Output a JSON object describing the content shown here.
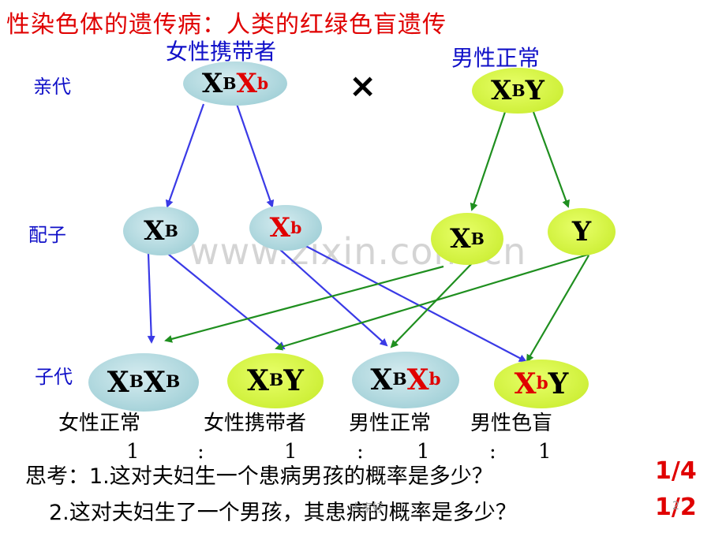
{
  "title": "性染色体的遗传病：人类的红绿色盲遗传",
  "parents": {
    "female_label": "女性携带者",
    "male_label": "男性正常",
    "cross_symbol": "×"
  },
  "row_labels": {
    "parental": "亲代",
    "gametes": "配子",
    "offspring": "子代"
  },
  "genotypes": {
    "X": "X",
    "Y": "Y",
    "B": "B",
    "b": "b"
  },
  "offspring_labels": [
    "女性正常",
    "女性携带者",
    "男性正常",
    "男性色盲"
  ],
  "ratio": {
    "one": "1",
    "sep": ":"
  },
  "questions": [
    {
      "text": "思考：1.这对夫妇生一个患病男孩的概率是多少？",
      "answer": "1/4"
    },
    {
      "text": "2.这对夫妇生了一个男孩，其患病的概率是多少？",
      "answer": "1/2"
    }
  ],
  "watermark": "www.zixin.com.cn",
  "footer": "大家好",
  "page_number": "2",
  "colors": {
    "title": "#e00000",
    "label_blue": "#1010c8",
    "arrow_blue": "#3a3ae6",
    "arrow_green": "#1f8f1f",
    "oval_blue": "#a7d3da",
    "oval_green": "#cff03a",
    "recessive_red": "#e00000"
  }
}
